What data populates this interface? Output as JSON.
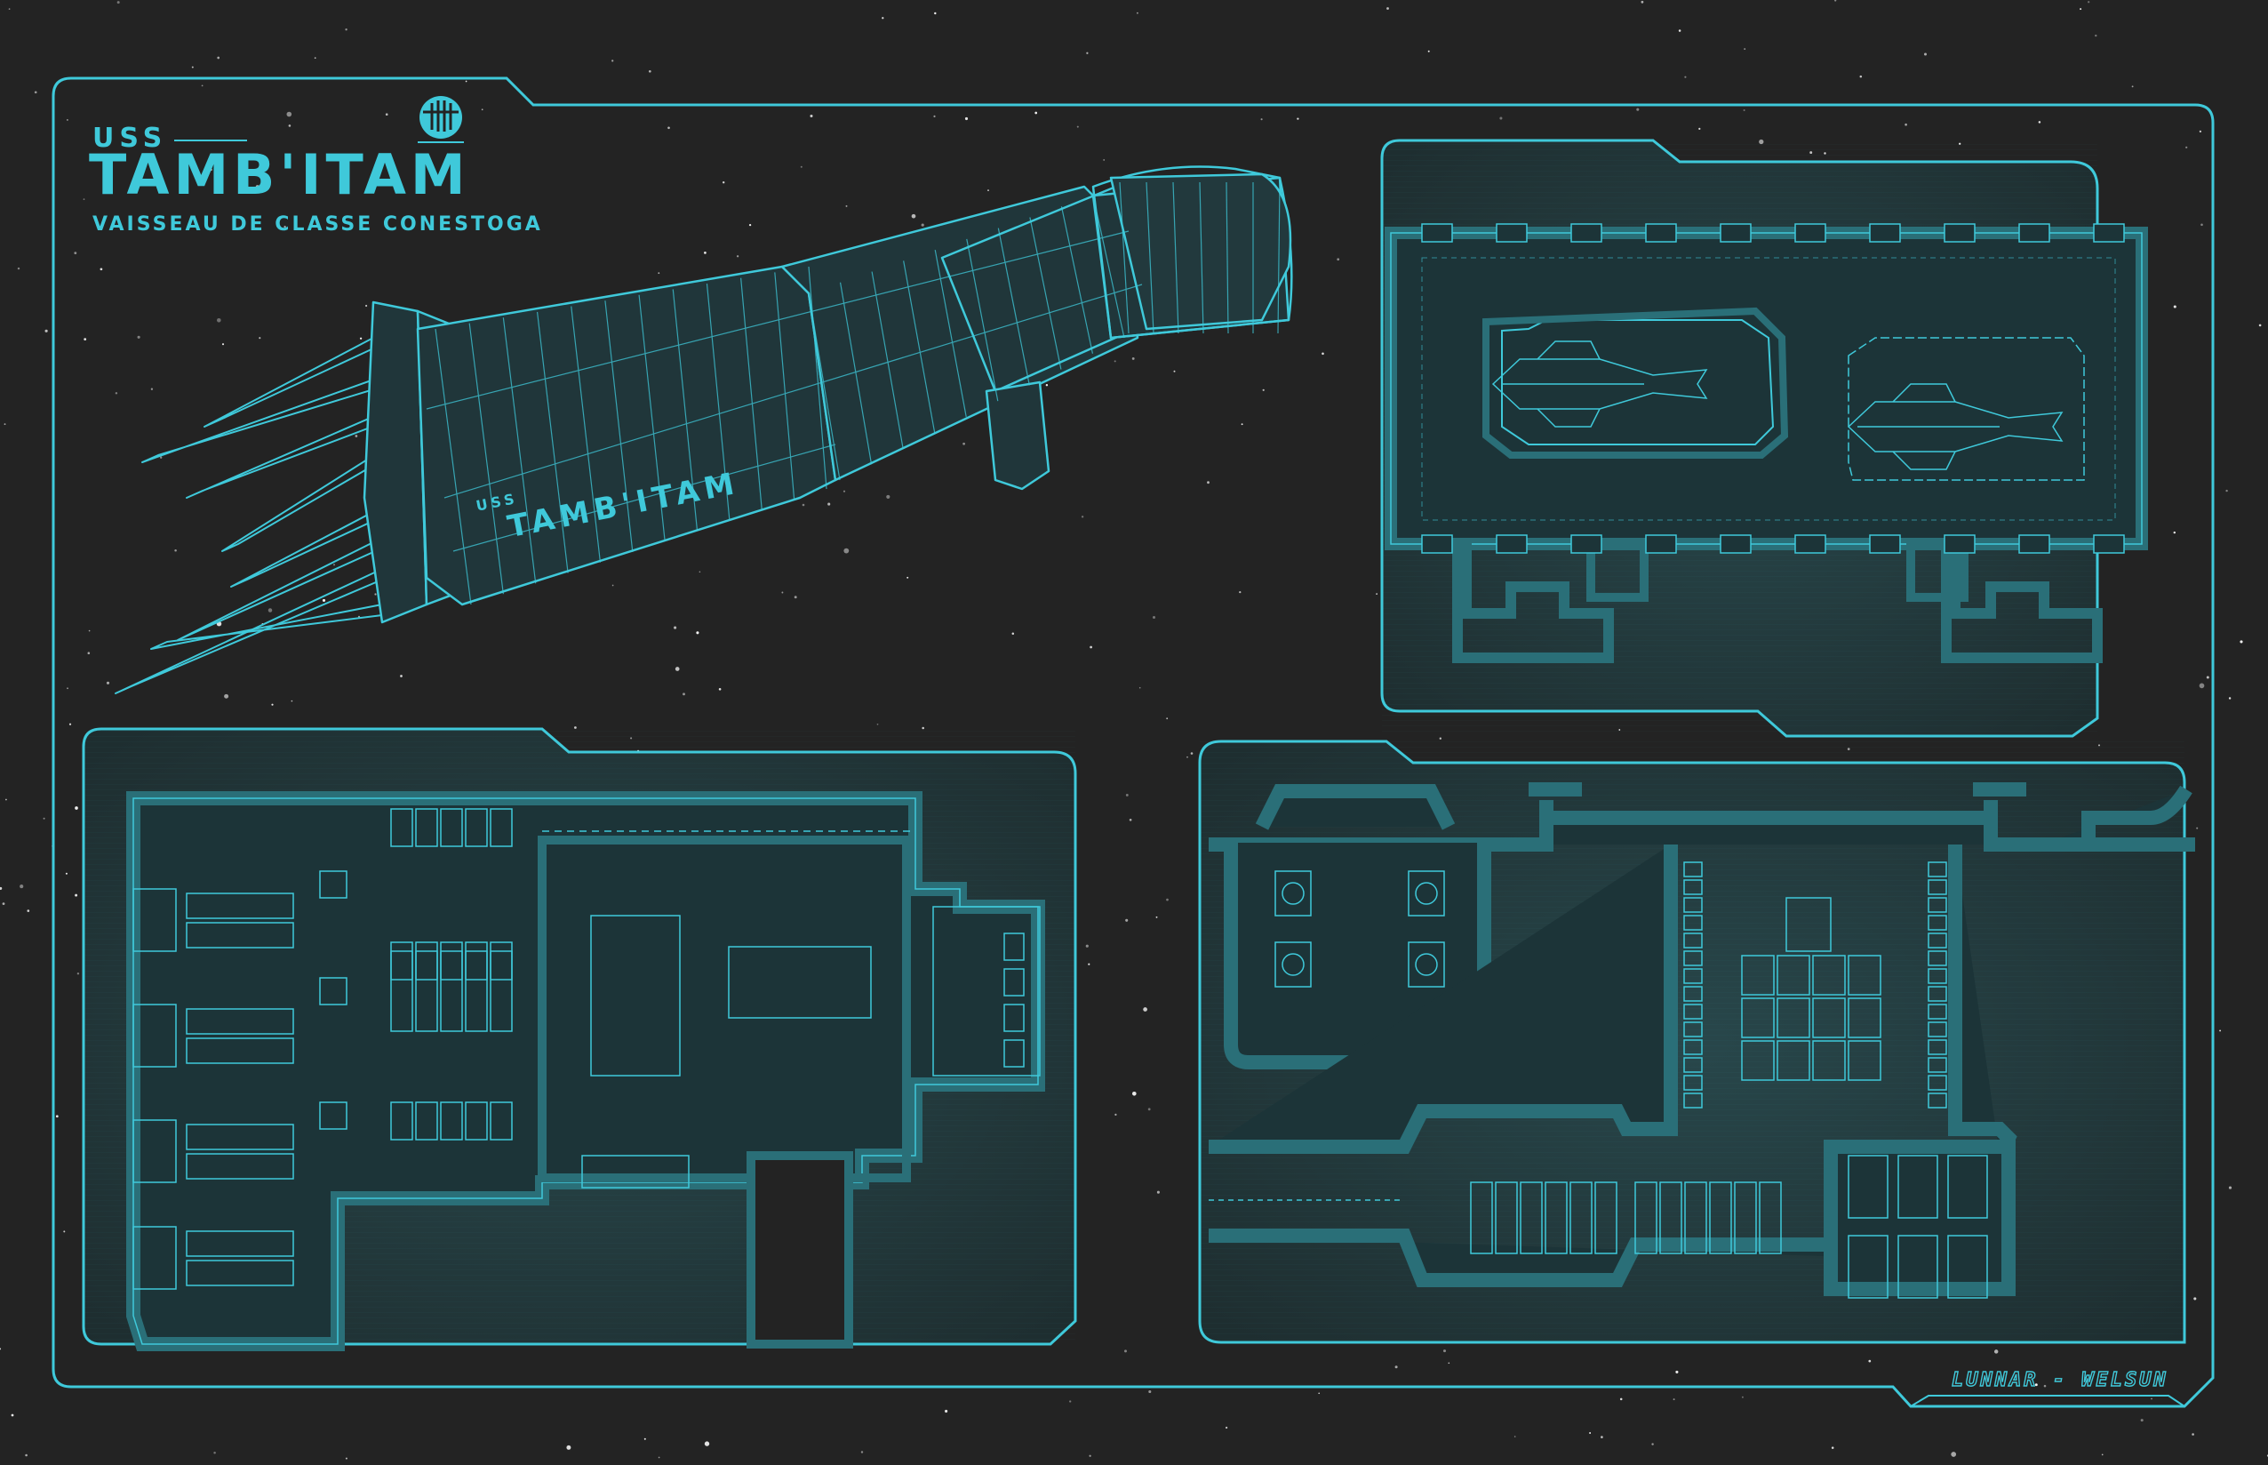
{
  "header": {
    "prefix": "USS",
    "name": "TAMB'ITAM",
    "subtitle": "VAISSEAU DE CLASSE CONESTOGA"
  },
  "hull_marking": {
    "prefix": "USS",
    "name": "TAMB'ITAM"
  },
  "credit": "LUNNAR - WELSUN",
  "colors": {
    "background": "#232323",
    "line": "#3fc9da",
    "panel_fill": "#1f3a3e",
    "wall": "#2a6f78"
  },
  "icons": [
    "emblem-icon"
  ]
}
